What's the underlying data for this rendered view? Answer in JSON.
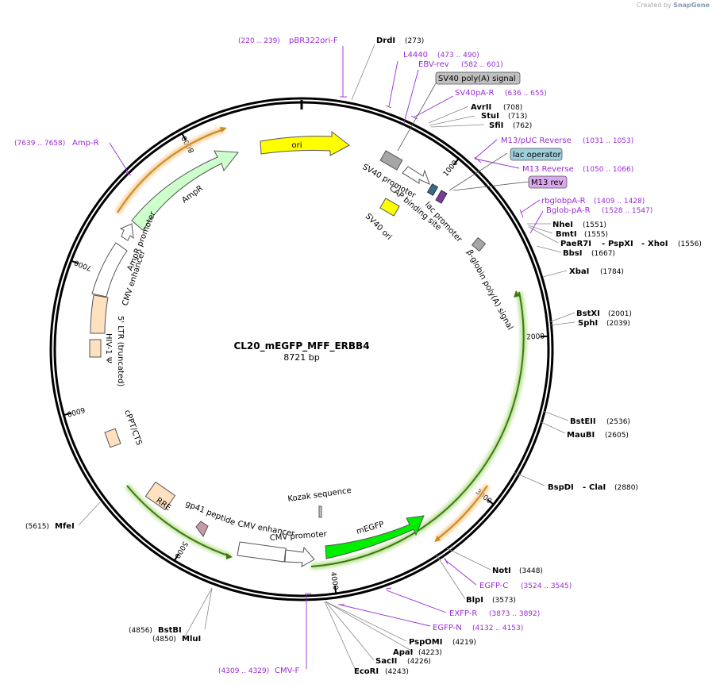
{
  "app": {
    "credit_prefix": "Created by",
    "credit_brand": "SnapGene"
  },
  "plasmid": {
    "name": "CL20_mEGFP_MFF_ERBB4",
    "length_label": "8721 bp",
    "length": 8721
  },
  "ticks": [
    {
      "label": "1000",
      "angle": 39.5
    },
    {
      "label": "2000",
      "angle": 87.0
    },
    {
      "label": "3000",
      "angle": 129.0
    },
    {
      "label": "4000",
      "angle": 172.0
    },
    {
      "label": "5000",
      "angle": 211.0
    },
    {
      "label": "6000",
      "angle": 254.5
    },
    {
      "label": "7000",
      "angle": 291.0
    },
    {
      "label": "8000",
      "angle": 331.0
    }
  ],
  "enzymes": [
    {
      "name": "DrdI",
      "pos": "(273)"
    },
    {
      "name": "AvrII",
      "pos": "(708)"
    },
    {
      "name": "StuI",
      "pos": "(713)"
    },
    {
      "name": "SfiI",
      "pos": "(762)"
    },
    {
      "name": "NheI",
      "pos": "(1551)"
    },
    {
      "name": "BmtI",
      "pos": "(1555)"
    },
    {
      "name": "PaeR7I",
      "pos": ""
    },
    {
      "name": "PspXI",
      "pos": ""
    },
    {
      "name": "XhoI",
      "pos": "(1556)"
    },
    {
      "name": "BbsI",
      "pos": "(1667)"
    },
    {
      "name": "XbaI",
      "pos": "(1784)"
    },
    {
      "name": "BstXI",
      "pos": "(2001)"
    },
    {
      "name": "SphI",
      "pos": "(2039)"
    },
    {
      "name": "BstEII",
      "pos": "(2536)"
    },
    {
      "name": "MauBI",
      "pos": "(2605)"
    },
    {
      "name": "BspDI",
      "pos": ""
    },
    {
      "name": "ClaI",
      "pos": "(2880)"
    },
    {
      "name": "NotI",
      "pos": "(3448)"
    },
    {
      "name": "BlpI",
      "pos": "(3573)"
    },
    {
      "name": "PspOMI",
      "pos": "(4219)"
    },
    {
      "name": "ApaI",
      "pos": "(4223)"
    },
    {
      "name": "SacII",
      "pos": "(4226)"
    },
    {
      "name": "EcoRI",
      "pos": "(4243)"
    },
    {
      "name": "BstBI",
      "pos": "(4856)"
    },
    {
      "name": "MluI",
      "pos": "(4850)"
    },
    {
      "name": "MfeI",
      "pos": "(5615)"
    }
  ],
  "primers": [
    {
      "name": "pBR322ori-F",
      "pos": "(220 .. 239)"
    },
    {
      "name": "L4440",
      "pos": "(473 .. 490)"
    },
    {
      "name": "EBV-rev",
      "pos": "(582 .. 601)"
    },
    {
      "name": "SV40pA-R",
      "pos": "(636 .. 655)"
    },
    {
      "name": "M13/pUC Reverse",
      "pos": "(1031 .. 1053)"
    },
    {
      "name": "M13 Reverse",
      "pos": "(1050 .. 1066)"
    },
    {
      "name": "rbglobpA-R",
      "pos": "(1409 .. 1428)"
    },
    {
      "name": "Bglob-pA-R",
      "pos": "(1528 .. 1547)"
    },
    {
      "name": "EGFP-C",
      "pos": "(3524 .. 3545)"
    },
    {
      "name": "EXFP-R",
      "pos": "(3873 .. 3892)"
    },
    {
      "name": "EGFP-N",
      "pos": "(4132 .. 4153)"
    },
    {
      "name": "CMV-F",
      "pos": "(4309 .. 4329)"
    },
    {
      "name": "Amp-R",
      "pos": "(7639 .. 7658)"
    }
  ],
  "boxed_labels": [
    {
      "text": "SV40 poly(A) signal",
      "fill": "#c0c0c0"
    },
    {
      "text": "lac operator",
      "fill": "#9ecfdc"
    },
    {
      "text": "M13 rev",
      "fill": "#d9a8ec"
    }
  ],
  "features": [
    {
      "text": "ori"
    },
    {
      "text": "AmpR"
    },
    {
      "text": "AmpR promoter"
    },
    {
      "text": "CMV enhancer"
    },
    {
      "text": "5' LTR (truncated)"
    },
    {
      "text": "HIV-1 Ψ"
    },
    {
      "text": "cPPT/CTS"
    },
    {
      "text": "RRE"
    },
    {
      "text": "gp41 peptide"
    },
    {
      "text": "CMV enhancer"
    },
    {
      "text": "CMV promoter"
    },
    {
      "text": "Kozak sequence"
    },
    {
      "text": "mEGFP"
    },
    {
      "text": "SV40 promoter"
    },
    {
      "text": "CAP binding site"
    },
    {
      "text": "lac promoter"
    },
    {
      "text": "SV40 ori"
    },
    {
      "text": "β-globin poly(A) signal"
    }
  ],
  "colors": {
    "ori": "#ffff00",
    "ampr": "#ccffcc",
    "ltr": "#ffe0bf",
    "egfp": "#00ee00",
    "promoter": "#ffffff",
    "glow_green": "#bde39a",
    "glow_orange": "#f6cc8e",
    "primer": "#9a2bd6",
    "gray_feature": "#a6a6a6",
    "gp41": "#c79aa6"
  }
}
